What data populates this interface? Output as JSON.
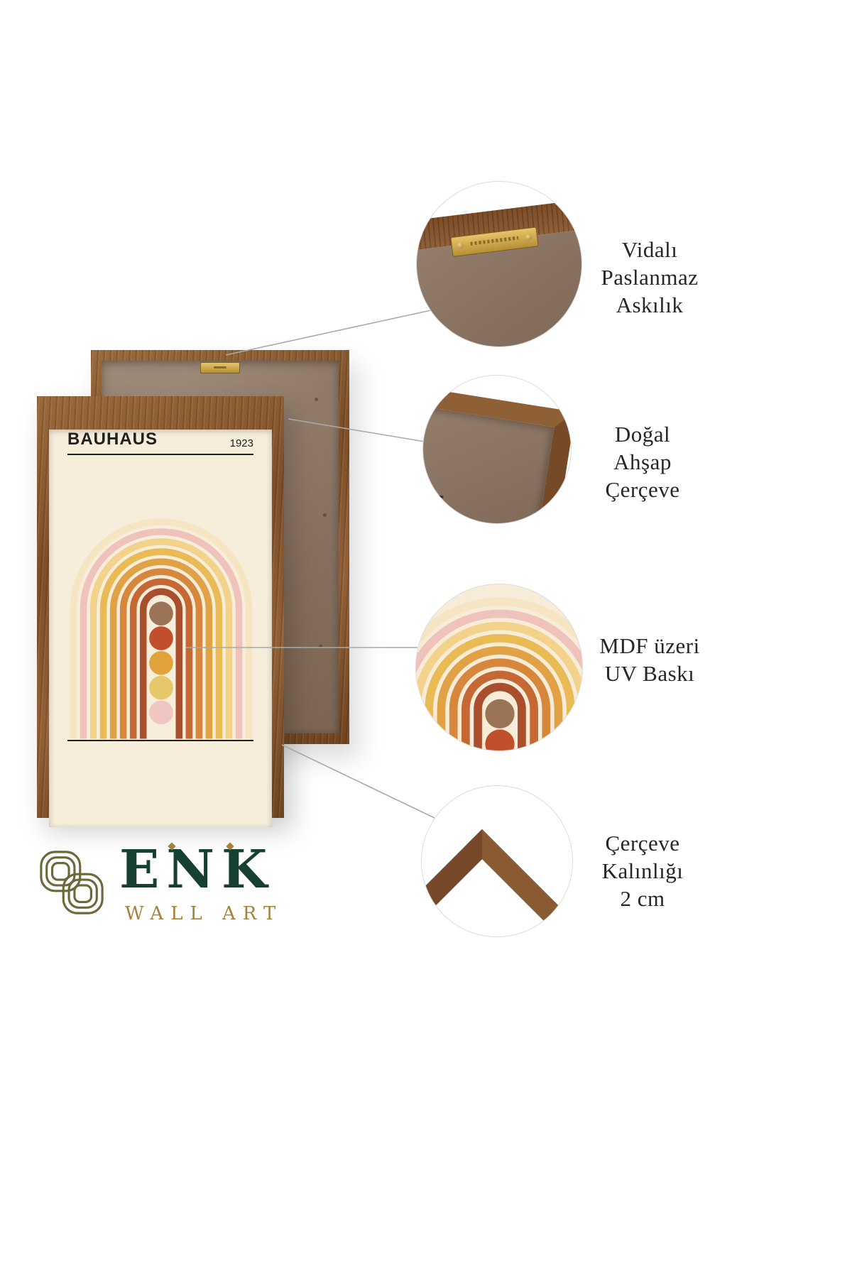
{
  "poster": {
    "title": "BAUHAUS",
    "year": "1923",
    "bg": "#f6eedb",
    "arch_colors": [
      "#f5e5c2",
      "#f0c2bc",
      "#f3d28b",
      "#eaba55",
      "#e0a244",
      "#d6873c",
      "#c66834",
      "#a94f2d"
    ],
    "dot_colors": [
      "#9b7356",
      "#c14f2d",
      "#e2a33c",
      "#e6c76a",
      "#f0c6c2"
    ]
  },
  "callouts": [
    {
      "lines": [
        "Vidalı",
        "Paslanmaz",
        "Askılık"
      ]
    },
    {
      "lines": [
        "Doğal",
        "Ahşap",
        "Çerçeve"
      ]
    },
    {
      "lines": [
        "MDF üzeri",
        "UV Baskı"
      ]
    },
    {
      "lines": [
        "Çerçeve",
        "Kalınlığı",
        "2 cm"
      ]
    }
  ],
  "brand": {
    "name": "ENK",
    "subtitle": "WALL ART",
    "icon": "knot-icon"
  },
  "colors": {
    "wood": "#8a5a33",
    "backing": "#8b7462",
    "poster_cream": "#f6eedb",
    "metal_gold": "#c9a43c",
    "brand_green": "#16402f",
    "brand_gold": "#a3823c",
    "label_text": "#262626",
    "line_gray": "#a9a9a9"
  }
}
